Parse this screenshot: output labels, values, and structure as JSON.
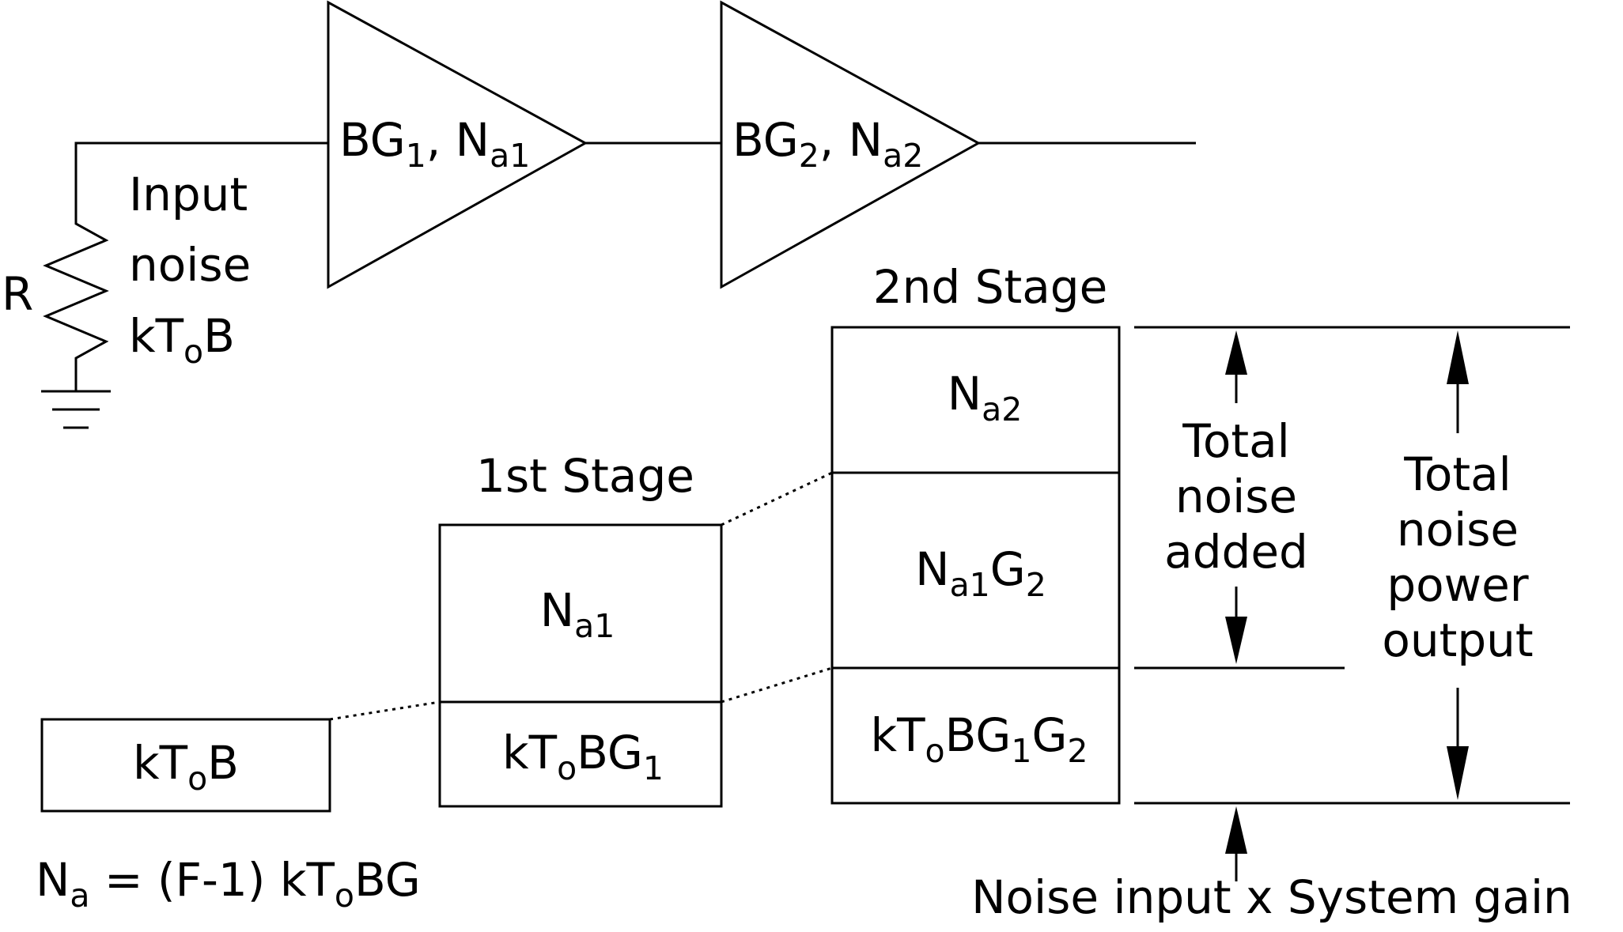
{
  "resistor": {
    "label": "R"
  },
  "input_noise": {
    "line1": "Input",
    "line2": "noise",
    "line3_main": "kT",
    "line3_sub": "o",
    "line3_end": "B"
  },
  "amp1": {
    "a": "BG",
    "a_sub": "1",
    "b": ", N",
    "b_sub": "a1"
  },
  "amp2": {
    "a": "BG",
    "a_sub": "2",
    "b": ", N",
    "b_sub": "a2"
  },
  "box_input": {
    "main": "kT",
    "sub": "o",
    "end": "B"
  },
  "stage1": {
    "title": "1st Stage",
    "top": {
      "main": "N",
      "sub": "a1"
    },
    "bottom": {
      "main": "kT",
      "sub": "o",
      "end": "BG",
      "end_sub": "1"
    }
  },
  "stage2": {
    "title": "2nd Stage",
    "top": {
      "main": "N",
      "sub": "a2"
    },
    "middle": {
      "main": "N",
      "sub": "a1",
      "end": "G",
      "end_sub": "2"
    },
    "bottom": {
      "main": "kT",
      "sub": "o",
      "end": "BG",
      "end_sub": "1",
      "end2": "G",
      "end2_sub": "2"
    }
  },
  "annotation_added": {
    "line1": "Total",
    "line2": "noise",
    "line3": "added"
  },
  "annotation_output": {
    "line1": "Total",
    "line2": "noise",
    "line3": "power",
    "line4": "output"
  },
  "bottom_label": "Noise input x System gain",
  "formula": {
    "n": "N",
    "n_sub": "a",
    "eq": " = (F-1) kT",
    "t_sub": "o",
    "end": "BG"
  }
}
